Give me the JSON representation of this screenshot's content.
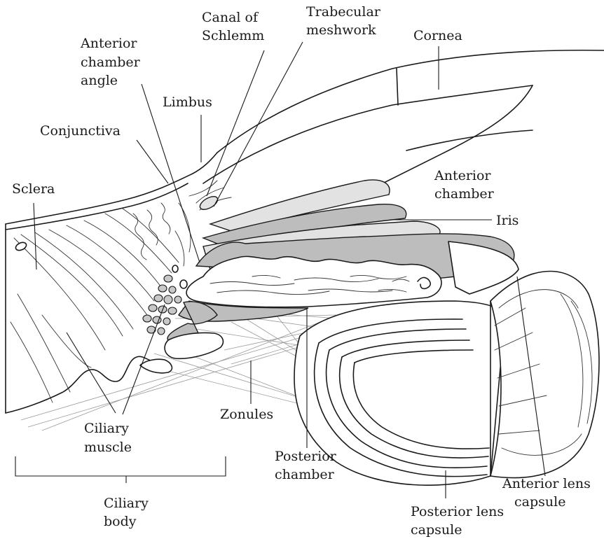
{
  "labels": {
    "canal_of_schlemm": [
      "Canal of",
      "Schlemm"
    ],
    "trabecular_meshwork": [
      "Trabecular",
      "meshwork"
    ],
    "cornea": "Cornea",
    "anterior_chamber_angle": [
      "Anterior",
      "chamber",
      "angle"
    ],
    "limbus": "Limbus",
    "conjunctiva": "Conjunctiva",
    "sclera": "Sclera",
    "anterior_chamber": [
      "Anterior",
      "chamber"
    ],
    "iris": "Iris",
    "ciliary_muscle": [
      "Ciliary",
      "muscle"
    ],
    "zonules": "Zonules",
    "posterior_chamber": [
      "Posterior",
      "chamber"
    ],
    "ciliary_body": [
      "Ciliary",
      "body"
    ],
    "anterior_lens_capsule": [
      "Anterior lens",
      "capsule"
    ],
    "posterior_lens_capsule": [
      "Posterior lens",
      "capsule"
    ]
  }
}
